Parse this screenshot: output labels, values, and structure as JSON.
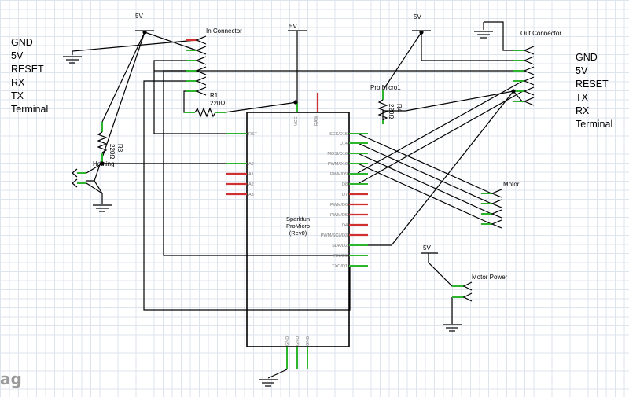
{
  "left_labels": [
    "GND",
    "5V",
    "RESET",
    "RX",
    "TX",
    "Terminal"
  ],
  "right_labels": [
    "GND",
    "5V",
    "RESET",
    "TX",
    "RX",
    "Terminal"
  ],
  "power_5v": "5V",
  "in_connector": "In Connector",
  "out_connector": "Out Connector",
  "r1": {
    "name": "R1",
    "value": "220Ω"
  },
  "r3": {
    "name": "R3",
    "value": "220Ω"
  },
  "r4": {
    "name": "R4",
    "value": "220Ω"
  },
  "pro_micro_label": "Pro Micro1",
  "homing": "Homing",
  "motor": "Motor",
  "motor_power": "Motor Power",
  "chip": {
    "line1": "Sparkfun",
    "line2": "ProMicro",
    "line3": "(Rev0)"
  },
  "chip_top_pins": [
    "VCC",
    "RAW"
  ],
  "chip_left_pins": [
    "RST",
    "A0",
    "A1",
    "A2",
    "A3"
  ],
  "chip_right_pins": [
    "SCK/D15",
    "D14",
    "MOSI/D16",
    "PWM/D10",
    "PWM/D9",
    "D8",
    "D7",
    "PWM/D6",
    "PWM/D5",
    "D4",
    "PWM/SCL/D3",
    "SDA/D2",
    "RXI/D0",
    "TXO/D1"
  ],
  "chip_bottom_pins": [
    "GND",
    "GND",
    "GND"
  ],
  "watermark": "ag"
}
